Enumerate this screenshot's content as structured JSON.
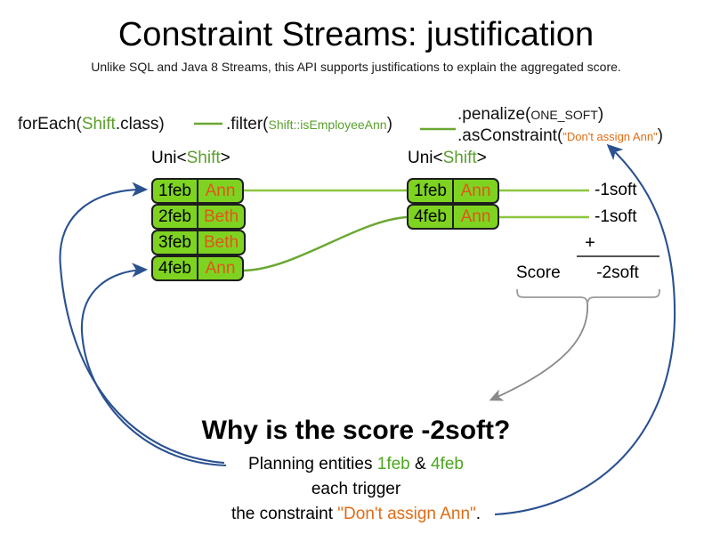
{
  "slide": {
    "title": "Constraint Streams: justification",
    "subtitle": "Unlike SQL and Java 8 Streams, this API supports justifications to explain the aggregated score."
  },
  "colors": {
    "card_fill": "#7ed321",
    "card_border": "#1d1d1d",
    "name_text": "#e0561b",
    "type_green": "#5aa02c",
    "string_orange": "#e06c14",
    "wire_green": "#8cc63f",
    "arrow_blue": "#2a5190",
    "arrow_gray": "#8a8a8a",
    "entity_green": "#4aa81f"
  },
  "code": {
    "foreach": {
      "method": "forEach(",
      "type": "Shift",
      "tail": ".class)"
    },
    "filter": {
      "method": ".filter(",
      "arg_type": "Shift",
      "arg_rest": "::isEmployeeAnn",
      "tail": ")"
    },
    "penalize": {
      "method": ".penalize(",
      "arg": "ONE_SOFT",
      "tail": ")"
    },
    "as_constraint": {
      "method": ".asConstraint(",
      "arg": "\"Don't assign Ann\"",
      "tail": ")"
    }
  },
  "streams": {
    "left": {
      "label_prefix": "Uni<",
      "label_type": "Shift",
      "label_suffix": ">",
      "rows": [
        {
          "date": "1feb",
          "name": "Ann"
        },
        {
          "date": "2feb",
          "name": "Beth"
        },
        {
          "date": "3feb",
          "name": "Beth"
        },
        {
          "date": "4feb",
          "name": "Ann"
        }
      ]
    },
    "right": {
      "label_prefix": "Uni<",
      "label_type": "Shift",
      "label_suffix": ">",
      "rows": [
        {
          "date": "1feb",
          "name": "Ann",
          "penalty": "-1soft"
        },
        {
          "date": "4feb",
          "name": "Ann",
          "penalty": "-1soft"
        }
      ]
    }
  },
  "score": {
    "operator": "+",
    "label": "Score",
    "total": "-2soft"
  },
  "explanation": {
    "heading": "Why is the score -2soft?",
    "line1_prefix": "Planning entities ",
    "line1_entity_a": "1feb",
    "line1_amp": " & ",
    "line1_entity_b": "4feb",
    "line2": "each trigger",
    "line3_prefix": "the constraint ",
    "line3_constraint": "\"Don't assign Ann\"",
    "line3_suffix": "."
  }
}
